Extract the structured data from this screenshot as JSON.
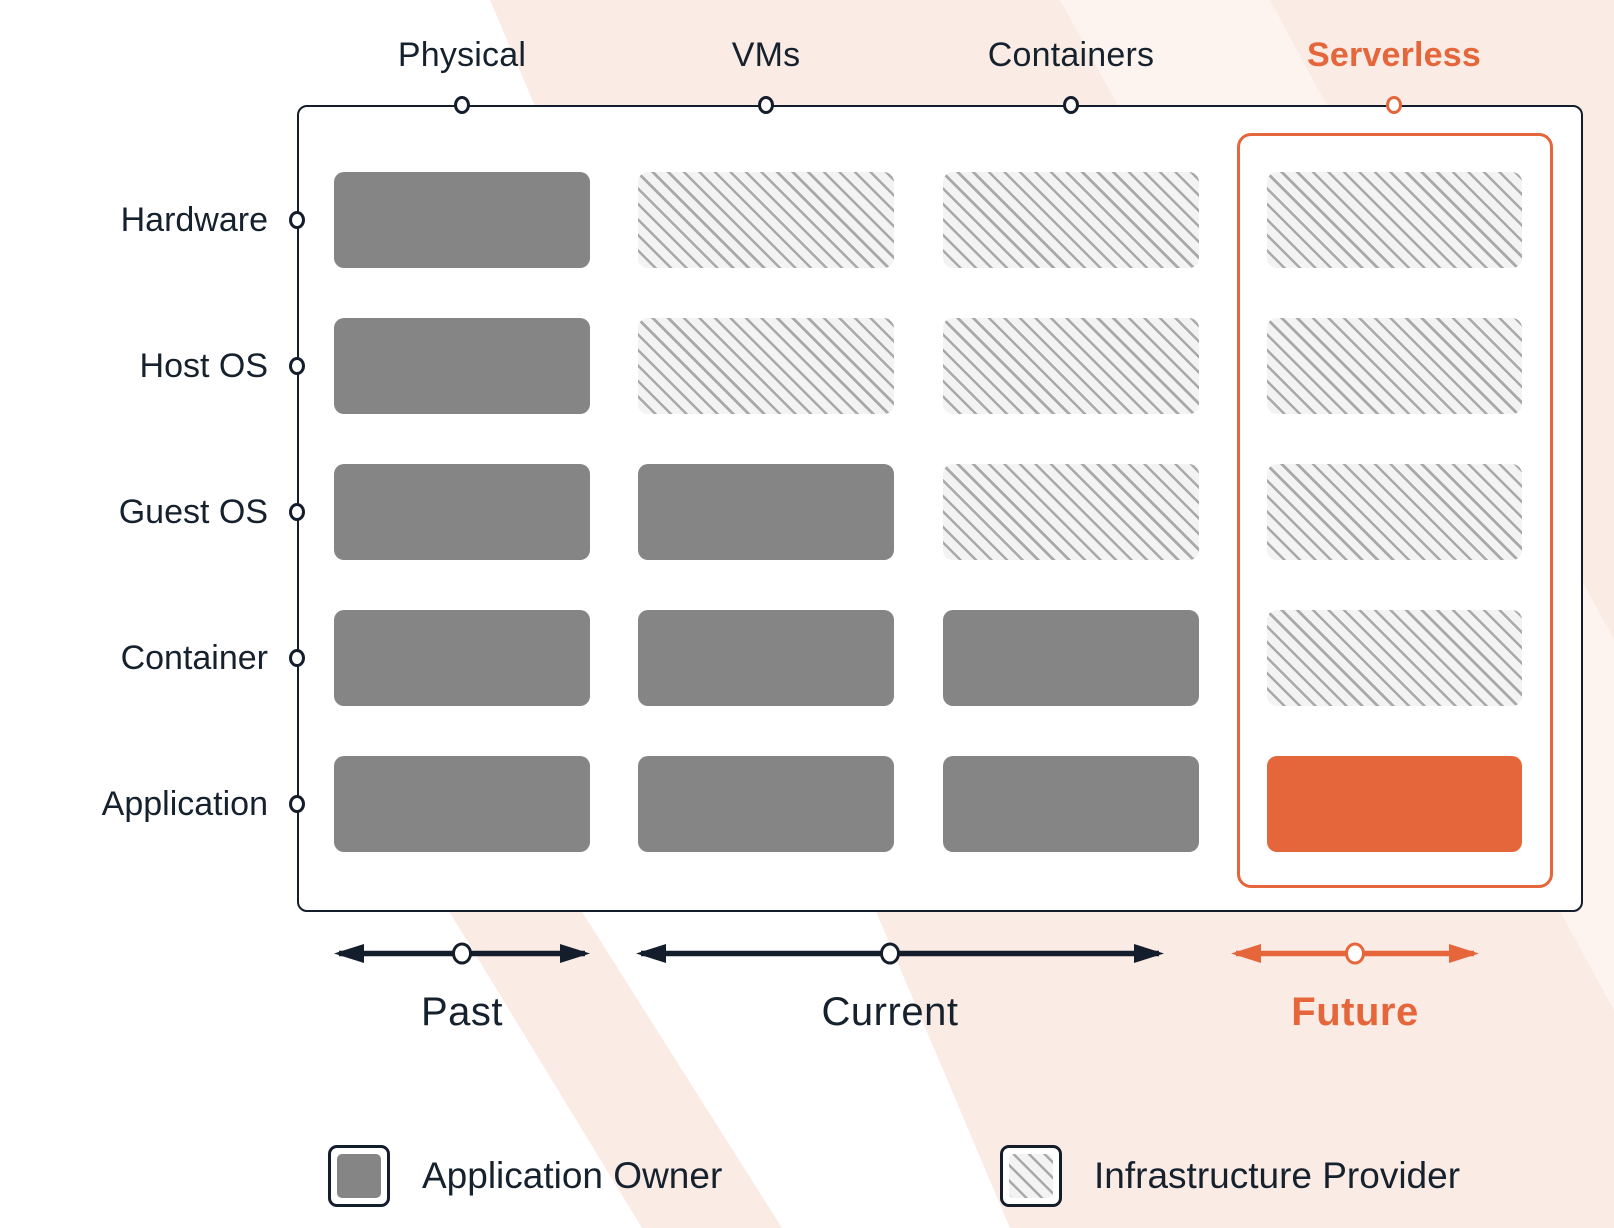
{
  "columns": [
    {
      "label": "Physical",
      "accent": false
    },
    {
      "label": "VMs",
      "accent": false
    },
    {
      "label": "Containers",
      "accent": false
    },
    {
      "label": "Serverless",
      "accent": true
    }
  ],
  "rows": [
    {
      "label": "Hardware"
    },
    {
      "label": "Host OS"
    },
    {
      "label": "Guest OS"
    },
    {
      "label": "Container"
    },
    {
      "label": "Application"
    }
  ],
  "grid": {
    "cells": [
      [
        "owner",
        "provider",
        "provider",
        "provider"
      ],
      [
        "owner",
        "provider",
        "provider",
        "provider"
      ],
      [
        "owner",
        "owner",
        "provider",
        "provider"
      ],
      [
        "owner",
        "owner",
        "owner",
        "provider"
      ],
      [
        "owner",
        "owner",
        "owner",
        "accent"
      ]
    ]
  },
  "eras": [
    {
      "label": "Past",
      "accent": false
    },
    {
      "label": "Current",
      "accent": false
    },
    {
      "label": "Future",
      "accent": true
    }
  ],
  "legend": [
    {
      "label": "Application Owner",
      "swatch": "owner"
    },
    {
      "label": "Infrastructure Provider",
      "swatch": "provider"
    }
  ],
  "colors": {
    "accent": "#E6663C",
    "dark": "#141D2B",
    "owner_gray": "#858585",
    "hatch_bg": "#F3F3F3",
    "hatch_line": "#A9A9A9",
    "background_tint": "#FBEBE5"
  }
}
